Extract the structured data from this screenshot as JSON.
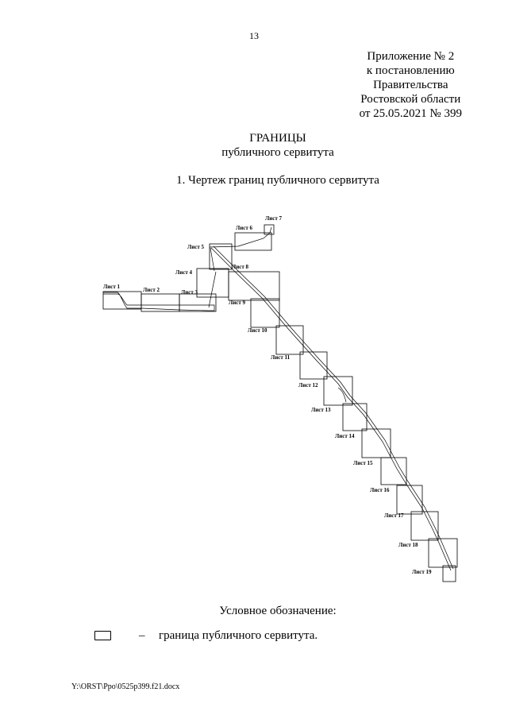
{
  "page_number": "13",
  "appendix": {
    "line1": "Приложение № 2",
    "line2": "к постановлению",
    "line3": "Правительства",
    "line4": "Ростовской области",
    "line5": "от 25.05.2021 № 399"
  },
  "title": "ГРАНИЦЫ",
  "subtitle": "публичного сервитута",
  "section_heading": "1. Чертеж границ публичного сервитута",
  "sheets": [
    "Лист 1",
    "Лист 2",
    "Лист 3",
    "Лист 4",
    "Лист 5",
    "Лист 6",
    "Лист 7",
    "Лист 8",
    "Лист 9",
    "Лист 10",
    "Лист 11",
    "Лист 12",
    "Лист 13",
    "Лист 14",
    "Лист 15",
    "Лист 16",
    "Лист 17",
    "Лист 18",
    "Лист 19"
  ],
  "legend": {
    "title": "Условное обозначение:",
    "dash": "–",
    "description": "граница публичного сервитута."
  },
  "footer_path": "Y:\\ORST\\Ppo\\0525p399.f21.docx"
}
